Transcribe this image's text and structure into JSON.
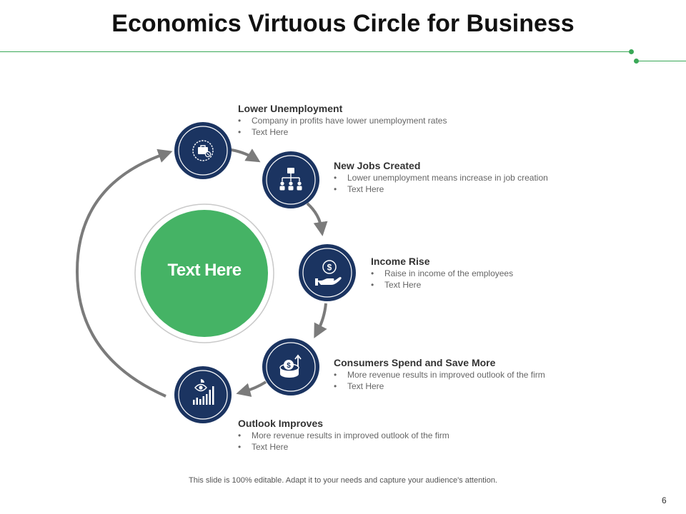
{
  "title": "Economics Virtuous Circle for Business",
  "center": {
    "label": "Text Here"
  },
  "steps": [
    {
      "heading": "Lower Unemployment",
      "bullets": [
        "Company  in  profits  have  lower  unemployment  rates",
        "Text Here"
      ],
      "icon": "briefcase-badge-icon"
    },
    {
      "heading": "New Jobs Created",
      "bullets": [
        "Lower  unemployment  means  increase  in  job  creation",
        "Text Here"
      ],
      "icon": "org-chart-icon"
    },
    {
      "heading": "Income Rise",
      "bullets": [
        "Raise  in  income  of  the  employees",
        "Text Here"
      ],
      "icon": "hand-dollar-icon"
    },
    {
      "heading": "Consumers Spend and Save More",
      "bullets": [
        "More  revenue   results  in  improved   outlook  of  the  firm",
        "Text Here"
      ],
      "icon": "coin-stack-arrow-icon"
    },
    {
      "heading": "Outlook Improves",
      "bullets": [
        "More  revenue   results  in  improved   outlook  of  the  firm",
        "Text Here"
      ],
      "icon": "eye-chart-icon"
    }
  ],
  "footer": "This slide is 100% editable. Adapt it to your needs and capture your audience's attention.",
  "page_number": "6",
  "colors": {
    "accent_green": "#3aa857",
    "center_green": "#45b365",
    "navy": "#1b3461",
    "arrow_gray": "#7b7b7b"
  }
}
